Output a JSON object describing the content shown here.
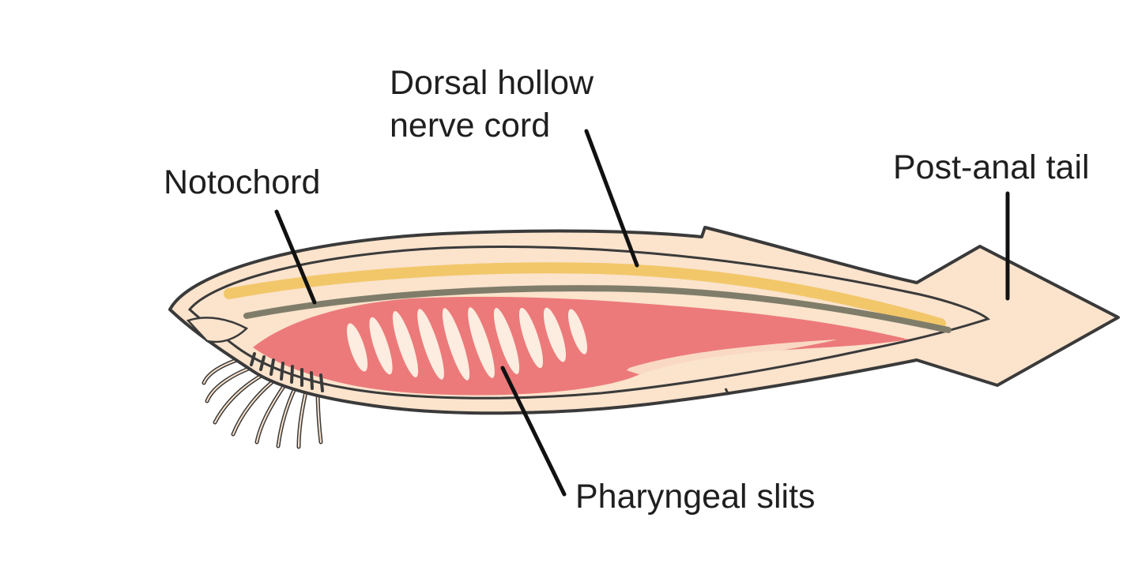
{
  "labels": {
    "dorsal_nerve_cord_line1": "Dorsal hollow",
    "dorsal_nerve_cord_line2": "nerve cord",
    "notochord": "Notochord",
    "post_anal_tail": "Post-anal tail",
    "pharyngeal_slits": "Pharyngeal slits"
  },
  "colors": {
    "body_fill": "#fbe3cc",
    "outline": "#3a3a3a",
    "pharynx": "#ec7a7a",
    "nerve_cord": "#f2c76a",
    "notochord": "#7f7d6a",
    "slit": "#fdece0",
    "leader_line": "#111111"
  }
}
